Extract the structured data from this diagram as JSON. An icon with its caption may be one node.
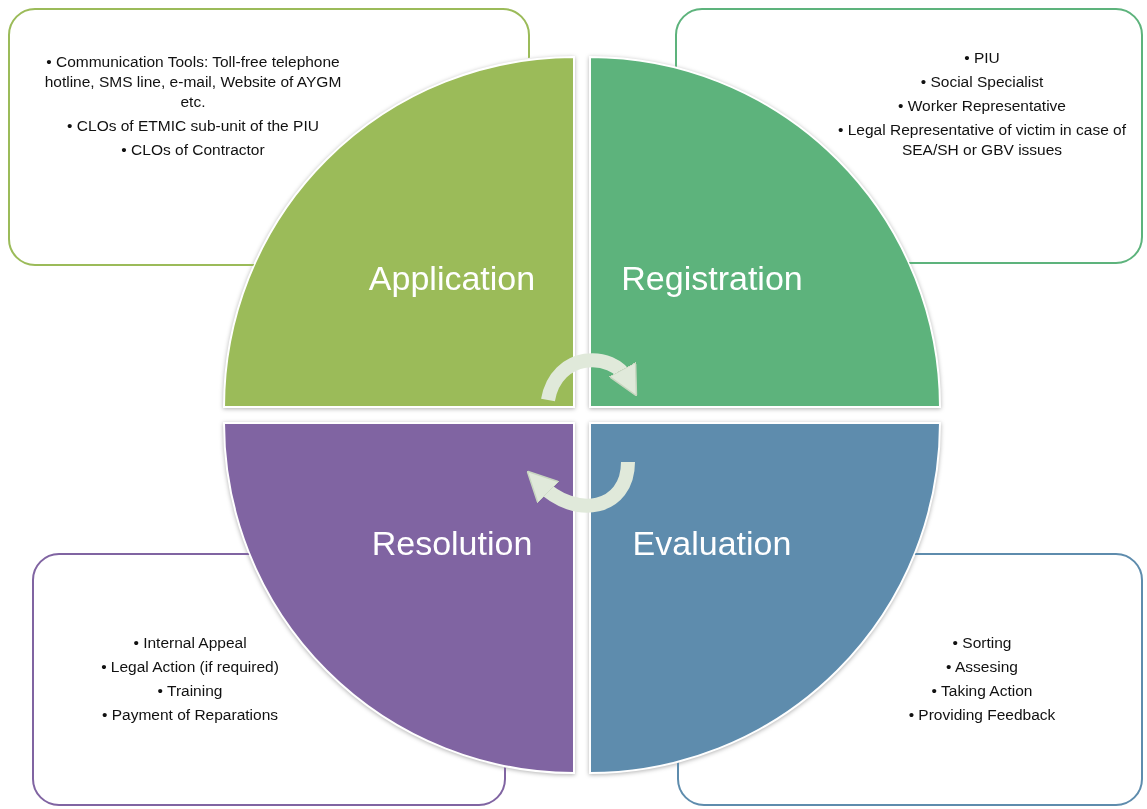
{
  "diagram": {
    "nodes": [
      {
        "text": [
          "• Communication Tools: Toll-free telephone hotline, SMS line, e-mail, Website of AYGM etc.",
          "• CLOs of ETMIC sub-unit of the PIU",
          "• CLOs of Contractor"
        ]
      },
      {
        "text": [
          "• PIU",
          "• Social Specialist",
          "• Worker Representative",
          "• Legal Representative of victim in case of SEA/SH or GBV issues"
        ]
      },
      {
        "text": [
          "Application"
        ]
      },
      {
        "text": [
          "Registration"
        ]
      },
      {
        "text": [
          "Resolution"
        ]
      },
      {
        "text": [
          "Evaluation"
        ]
      },
      {
        "text": [
          "• Internal Appeal",
          "• Legal Action (if required)",
          "• Training",
          "• Payment of Reparations"
        ]
      },
      {
        "text": [
          "• Sorting",
          "• Assesing",
          "• Taking Action",
          "• Providing Feedback"
        ]
      }
    ],
    "edges": [
      {
        "from": 2,
        "to": 3,
        "arrow": "to"
      },
      {
        "from": 5,
        "to": 4,
        "arrow": "to"
      }
    ]
  }
}
